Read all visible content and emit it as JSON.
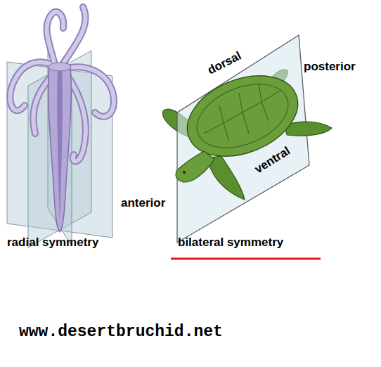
{
  "diagram": {
    "labels": [
      "dorsal",
      "posterior",
      "ventral",
      "anterior",
      "radial symmetry",
      "bilateral symmetry",
      "www.desertbruchid.net"
    ]
  }
}
